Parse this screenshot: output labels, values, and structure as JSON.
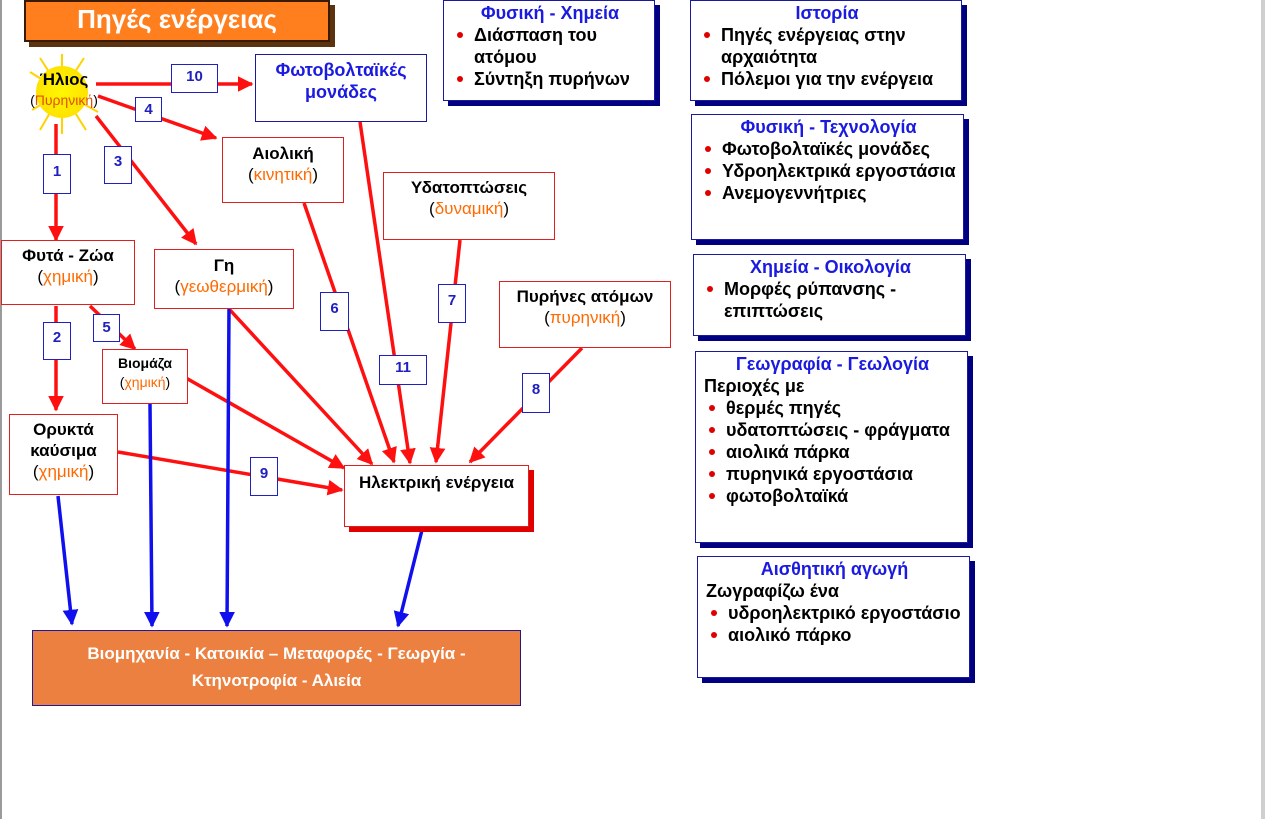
{
  "title": "Πηγές ενέργειας",
  "sun": {
    "name": "Ήλιος",
    "open": "(",
    "type": "Πυρηνική",
    "close": ")"
  },
  "nodes": {
    "photovoltaic": "Φωτοβολταϊκές μονάδες",
    "wind": {
      "name": "Αιολική",
      "type": "κινητική"
    },
    "waterfalls": {
      "name": "Υδατοπτώσεις",
      "type": "δυναμική"
    },
    "nuclei": {
      "name": "Πυρήνες ατόμων",
      "type": "πυρηνική"
    },
    "plants": {
      "name": "Φυτά - Ζώα",
      "type": "χημική"
    },
    "earth": {
      "name": "Γη",
      "type": "γεωθερμική"
    },
    "biomass": {
      "name": "Βιομάζα",
      "type": "χημική"
    },
    "fossil": {
      "name": "Ορυκτά καύσιμα",
      "type": "χημική"
    },
    "electric": "Ηλεκτρική ενέργεια",
    "usage": "Βιομηχανία - Κατοικία – Μεταφορές - Γεωργία - Κτηνοτροφία - Αλιεία"
  },
  "numbers": {
    "n1": "1",
    "n2": "2",
    "n3": "3",
    "n4": "4",
    "n5": "5",
    "n6": "6",
    "n7": "7",
    "n8": "8",
    "n9": "9",
    "n10": "10",
    "n11": "11"
  },
  "panels": {
    "physics_chemistry": {
      "title": "Φυσική - Χημεία",
      "items": [
        "Διάσπαση του ατόμου",
        "Σύντηξη πυρήνων"
      ]
    },
    "history": {
      "title": "Ιστορία",
      "items": [
        "Πηγές ενέργειας στην αρχαιότητα",
        "Πόλεμοι για την ενέργεια"
      ]
    },
    "physics_technology": {
      "title": "Φυσική - Τεχνολογία",
      "items": [
        "Φωτοβολταϊκές μονάδες",
        "Υδροηλεκτρικά εργοστάσια",
        "Ανεμογεννήτριες"
      ]
    },
    "chemistry_ecology": {
      "title": "Χημεία - Οικολογία",
      "items": [
        "Μορφές ρύπανσης - επιπτώσεις"
      ]
    },
    "geography_geology": {
      "title": "Γεωγραφία - Γεωλογία",
      "intro": "Περιοχές με",
      "items": [
        "θερμές πηγές",
        "υδατοπτώσεις - φράγματα",
        "αιολικά πάρκα",
        "πυρηνικά εργοστάσια",
        "φωτοβολταϊκά"
      ]
    },
    "aesthetic_education": {
      "title": "Αισθητική αγωγή",
      "intro": "Ζωγραφίζω ένα",
      "items": [
        "υδροηλεκτρικό εργοστάσιο",
        "αιολικό πάρκο"
      ]
    }
  },
  "colors": {
    "red_arrow": "#ff1010",
    "blue_arrow": "#1010ee",
    "orange": "#ff7f1e"
  }
}
